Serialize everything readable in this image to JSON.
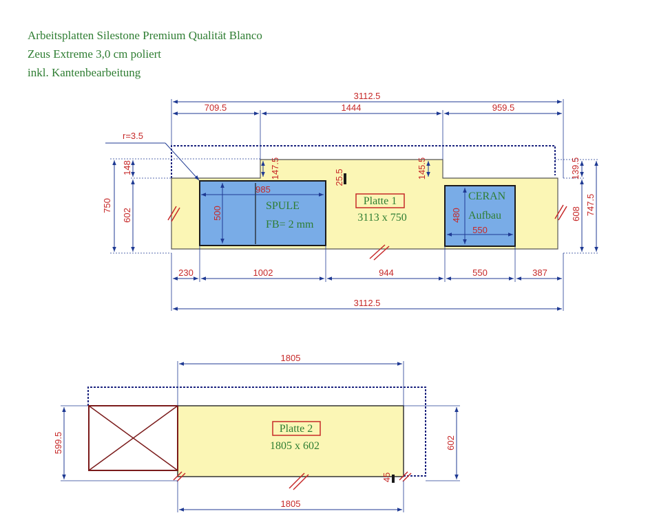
{
  "header": {
    "line1": "Arbeitsplatten Silestone Premium Qualität Blanco",
    "line2": "Zeus Extreme 3,0 cm poliert",
    "line3": "inkl. Kantenbearbeitung"
  },
  "colors": {
    "slab": "#fbf6b5",
    "cutout": "#79ace7",
    "dimension": "#c62828",
    "dimline": "#1f3a93",
    "label": "#2e7d32"
  },
  "plate1": {
    "title": "Platte 1",
    "size": "3113 x 750",
    "top_overall": "3112.5",
    "top_seg1": "709.5",
    "top_seg2": "1444",
    "top_seg3": "959.5",
    "radius": "r=3.5",
    "left_overall": "750",
    "left_upper": "148",
    "left_lower": "602",
    "step_a": "147.5",
    "step_b": "25.5",
    "step_c": "145.5",
    "right_a": "139.5",
    "right_b": "608",
    "right_overall": "747.5",
    "sink_label": "SPULE",
    "sink_sub": "FB= 2 mm",
    "sink_width": "985",
    "sink_height": "500",
    "hob_label": "CERAN",
    "hob_sub": "Aufbau",
    "hob_width": "550",
    "hob_height": "480",
    "bottom_seg1": "230",
    "bottom_seg2": "1002",
    "bottom_seg3": "944",
    "bottom_seg4": "550",
    "bottom_seg5": "387",
    "bottom_overall": "3112.5"
  },
  "plate2": {
    "title": "Platte 2",
    "size": "1805 x 602",
    "top_width": "1805",
    "left_height": "599.5",
    "right_height": "602",
    "corner_mark": "45",
    "bottom_width": "1805"
  }
}
